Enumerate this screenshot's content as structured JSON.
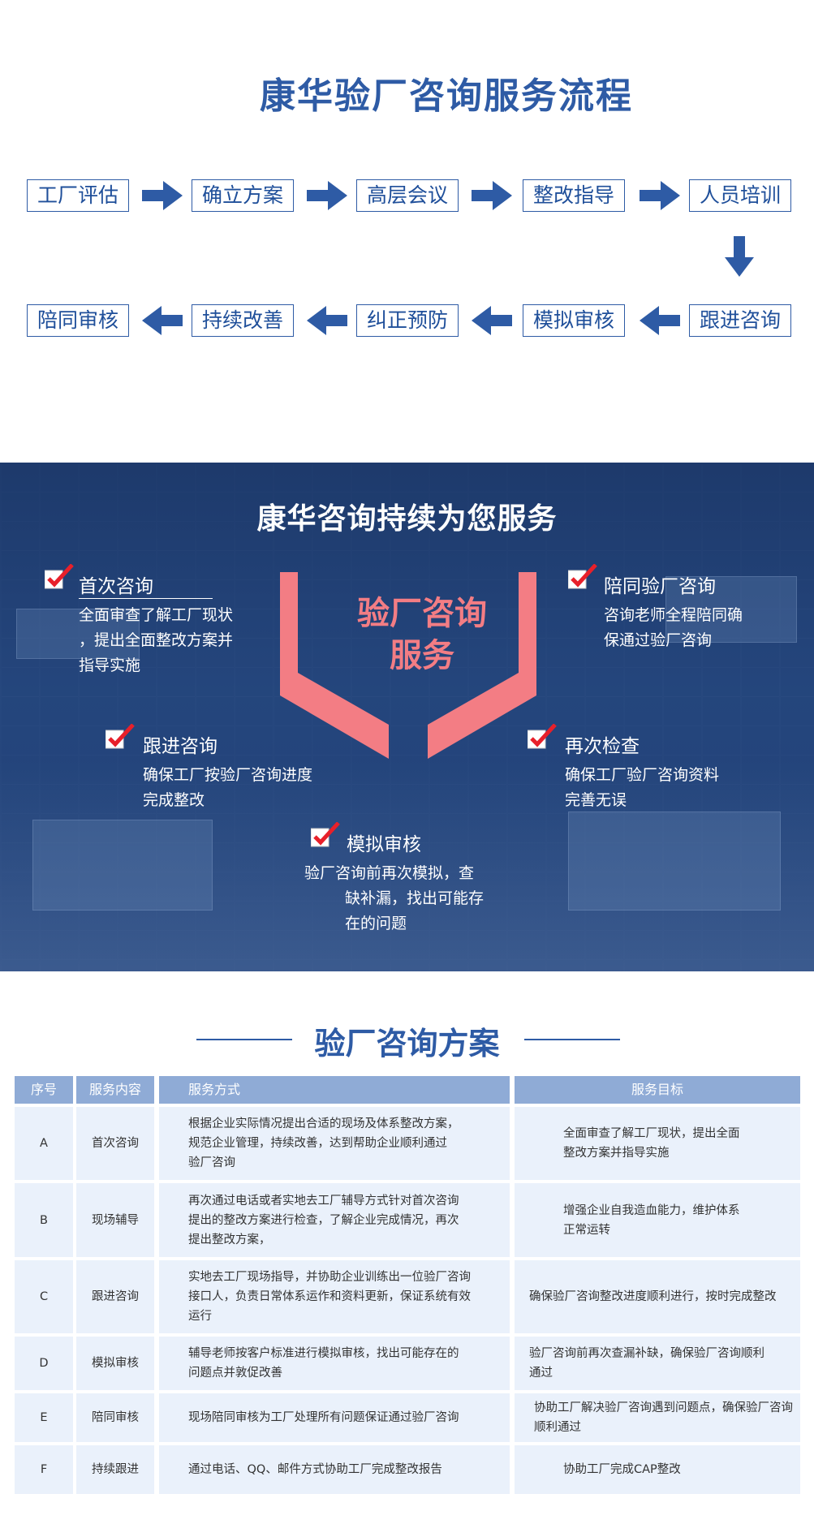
{
  "process": {
    "title": "康华验厂咨询服务流程",
    "steps": [
      "工厂评估",
      "确立方案",
      "高层会议",
      "整改指导",
      "人员培训",
      "跟进咨询",
      "模拟审核",
      "纠正预防",
      "持续改善",
      "陪同审核"
    ]
  },
  "banner": {
    "title": "康华咨询持续为您服务",
    "badge_line1": "验厂咨询",
    "badge_line2": "服务",
    "features": [
      {
        "title": "首次咨询",
        "desc": [
          "全面审查了解工厂现状",
          "，提出全面整改方案并",
          "指导实施"
        ]
      },
      {
        "title": "陪同验厂咨询",
        "desc": [
          "咨询老师全程陪同确",
          "保通过验厂咨询"
        ]
      },
      {
        "title": "跟进咨询",
        "desc": [
          "确保工厂按验厂咨询进度",
          "完成整改"
        ]
      },
      {
        "title": "再次检查",
        "desc": [
          "确保工厂验厂咨询资料",
          "完善无误"
        ]
      },
      {
        "title": "模拟审核",
        "desc": [
          "验厂咨询前再次模拟，查",
          "缺补漏，找出可能存",
          "在的问题"
        ]
      }
    ]
  },
  "plan": {
    "title": "验厂咨询方案",
    "headers": [
      "序号",
      "服务内容",
      "服务方式",
      "服务目标"
    ],
    "rows": [
      {
        "id": "A",
        "content": "首次咨询",
        "method": [
          "根据企业实际情况提出合适的现场及体系整改方案，",
          "规范企业管理，持续改善，达到帮助企业顺利通过",
          "验厂咨询"
        ],
        "goal": [
          "全面审查了解工厂现状，提出全面",
          "整改方案并指导实施"
        ]
      },
      {
        "id": "B",
        "content": "现场辅导",
        "method": [
          "再次通过电话或者实地去工厂辅导方式针对首次咨询",
          "提出的整改方案进行检查，了解企业完成情况，再次",
          "提出整改方案，"
        ],
        "goal": [
          "增强企业自我造血能力，维护体系",
          "正常运转"
        ]
      },
      {
        "id": "C",
        "content": "跟进咨询",
        "method": [
          "实地去工厂现场指导，并协助企业训练出一位验厂咨询",
          "接口人，负责日常体系运作和资料更新，保证系统有效",
          "运行"
        ],
        "goal": [
          "确保验厂咨询整改进度顺利进行，按时完成整改"
        ]
      },
      {
        "id": "D",
        "content": "模拟审核",
        "method": [
          "辅导老师按客户标准进行模拟审核，找出可能存在的",
          "问题点并敦促改善"
        ],
        "goal": [
          "验厂咨询前再次查漏补缺，确保验厂咨询顺利",
          "通过"
        ]
      },
      {
        "id": "E",
        "content": "陪同审核",
        "method": [
          "现场陪同审核为工厂处理所有问题保证通过验厂咨询"
        ],
        "goal": [
          "协助工厂解决验厂咨询遇到问题点，确保验厂咨询",
          "顺利通过"
        ]
      },
      {
        "id": "F",
        "content": "持续跟进",
        "method": [
          "通过电话、QQ、邮件方式协助工厂完成整改报告"
        ],
        "goal": [
          "协助工厂完成CAP整改"
        ]
      }
    ]
  },
  "colors": {
    "brand_blue": "#2e5ba5",
    "badge_pink": "#f37d84",
    "table_header": "#8fabd6",
    "table_cell": "#eaf1fb"
  }
}
